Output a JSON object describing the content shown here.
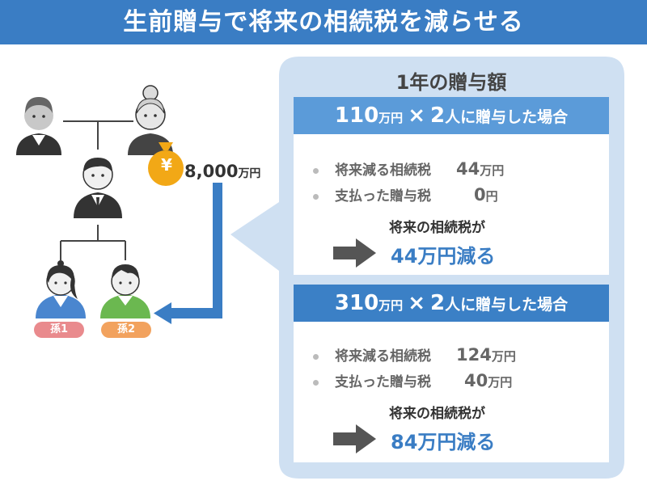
{
  "header": {
    "title": "生前贈与で将来の相続税を減らせる"
  },
  "panel": {
    "title": "1年の贈与額"
  },
  "gift": {
    "currency_symbol": "¥",
    "amount": "8,000",
    "unit": "万円"
  },
  "grandchildren": [
    {
      "label": "孫1",
      "color": "#e98a8d"
    },
    {
      "label": "孫2",
      "color": "#f2a25e"
    }
  ],
  "scenarios": [
    {
      "amount": "110",
      "unit": "万円",
      "times": "×",
      "count": "2",
      "rest": "人に贈与した場合",
      "reduced_label": "将来減る相続税",
      "reduced_value": "44",
      "reduced_unit": "万円",
      "paid_label": "支払った贈与税",
      "paid_value": "0",
      "paid_unit": "円",
      "lead": "将来の相続税が",
      "result": "44万円減る"
    },
    {
      "amount": "310",
      "unit": "万円",
      "times": "×",
      "count": "2",
      "rest": "人に贈与した場合",
      "reduced_label": "将来減る相続税",
      "reduced_value": "124",
      "reduced_unit": "万円",
      "paid_label": "支払った贈与税",
      "paid_value": "40",
      "paid_unit": "万円",
      "lead": "将来の相続税が",
      "result": "84万円減る"
    }
  ],
  "colors": {
    "header": "#3a7dc4",
    "panel": "#cfe0f2",
    "accent": "#3a7dc4",
    "coin": "#f2a816"
  }
}
